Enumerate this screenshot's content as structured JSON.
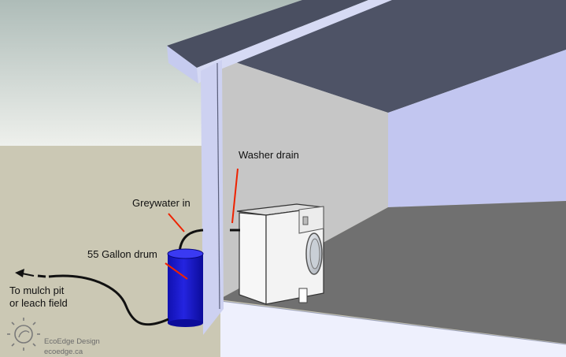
{
  "labels": {
    "washer_drain": "Washer drain",
    "greywater_in": "Greywater in",
    "drum": "55 Gallon drum",
    "outlet_line1": "To mulch pit",
    "outlet_line2": "or leach field"
  },
  "brand": {
    "name": "EcoEdge Design",
    "url": "ecoedge.ca"
  },
  "colors": {
    "sky_top": "#aebcb8",
    "sky_bottom": "#eef0ec",
    "ground": "#cbc8b4",
    "roof_top": "#4e5366",
    "roof_edge": "#c6cbef",
    "wall_back": "#c6c6c6",
    "wall_right": "#c2c6f0",
    "wall_front": "#cdd1f1",
    "floor": "#707070",
    "foundation": "#eef0fd",
    "drum": "#1515c8",
    "pipe": "#111111",
    "leader": "#ee2200",
    "washer": "#f7f7f7"
  }
}
